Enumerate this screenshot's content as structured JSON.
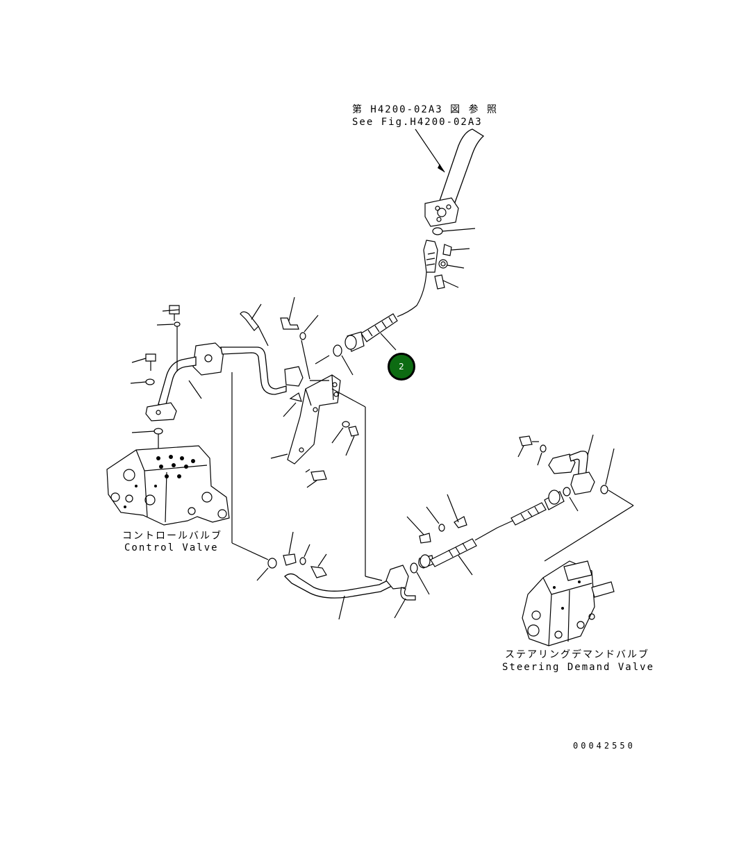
{
  "reference": {
    "ja": "第 H4200-02A3 図 参 照",
    "en": "See Fig.H4200-02A3"
  },
  "control_valve": {
    "ja": "コントロールバルブ",
    "en": "Control Valve"
  },
  "steering_demand_valve": {
    "ja": "ステアリングデマンドバルブ",
    "en": "Steering Demand Valve"
  },
  "callout": {
    "label": "2",
    "color": "#0d6b12"
  },
  "drawing_number": "00042550"
}
